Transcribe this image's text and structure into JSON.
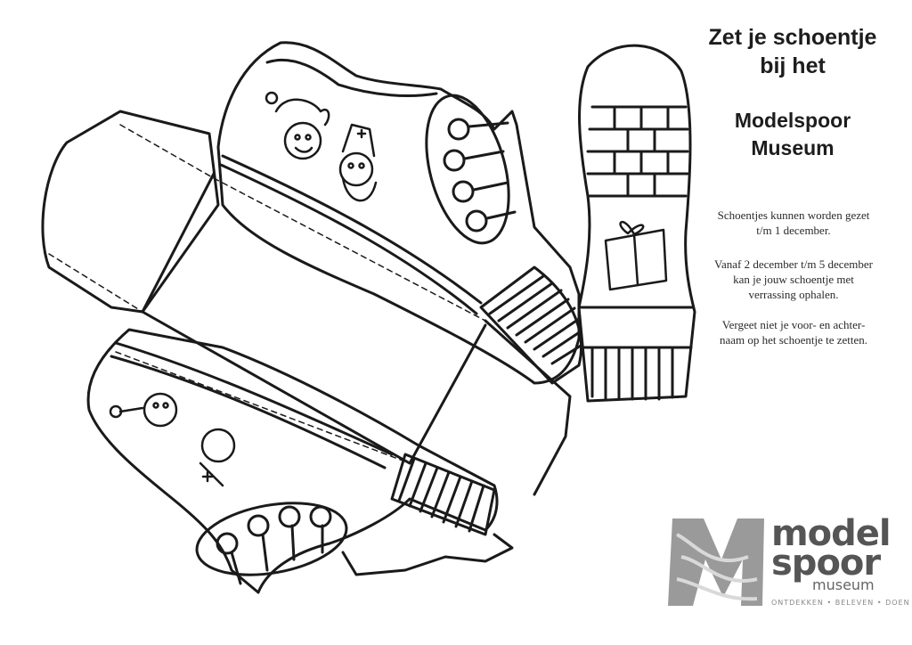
{
  "title": {
    "line1": "Zet je schoentje",
    "line2": "bij het"
  },
  "museum_name": {
    "line1": "Modelspoor",
    "line2": "Museum"
  },
  "info": {
    "p1_line1": "Schoentjes kunnen worden gezet",
    "p1_line2": "t/m 1 december.",
    "p2_line1": "Vanaf 2 december t/m 5 december",
    "p2_line2": "kan je jouw schoentje met",
    "p2_line3": "verrassing ophalen.",
    "p3_line1": "Vergeet niet je voor- en achter-",
    "p3_line2": "naam op het schoentje te zetten."
  },
  "logo": {
    "word1": "model",
    "word2": "spoor",
    "word3": "museum",
    "tagline": "ONTDEKKEN • BELEVEN • DOEN",
    "letter": "M"
  },
  "colors": {
    "ink": "#1a1a1a",
    "logo_gray": "#8a8a8a",
    "paper": "#ffffff"
  },
  "icons": [
    "shoe-outline",
    "gift-icon",
    "zwarte-piet-figure",
    "sinterklaas-figure",
    "shoe-sole"
  ]
}
